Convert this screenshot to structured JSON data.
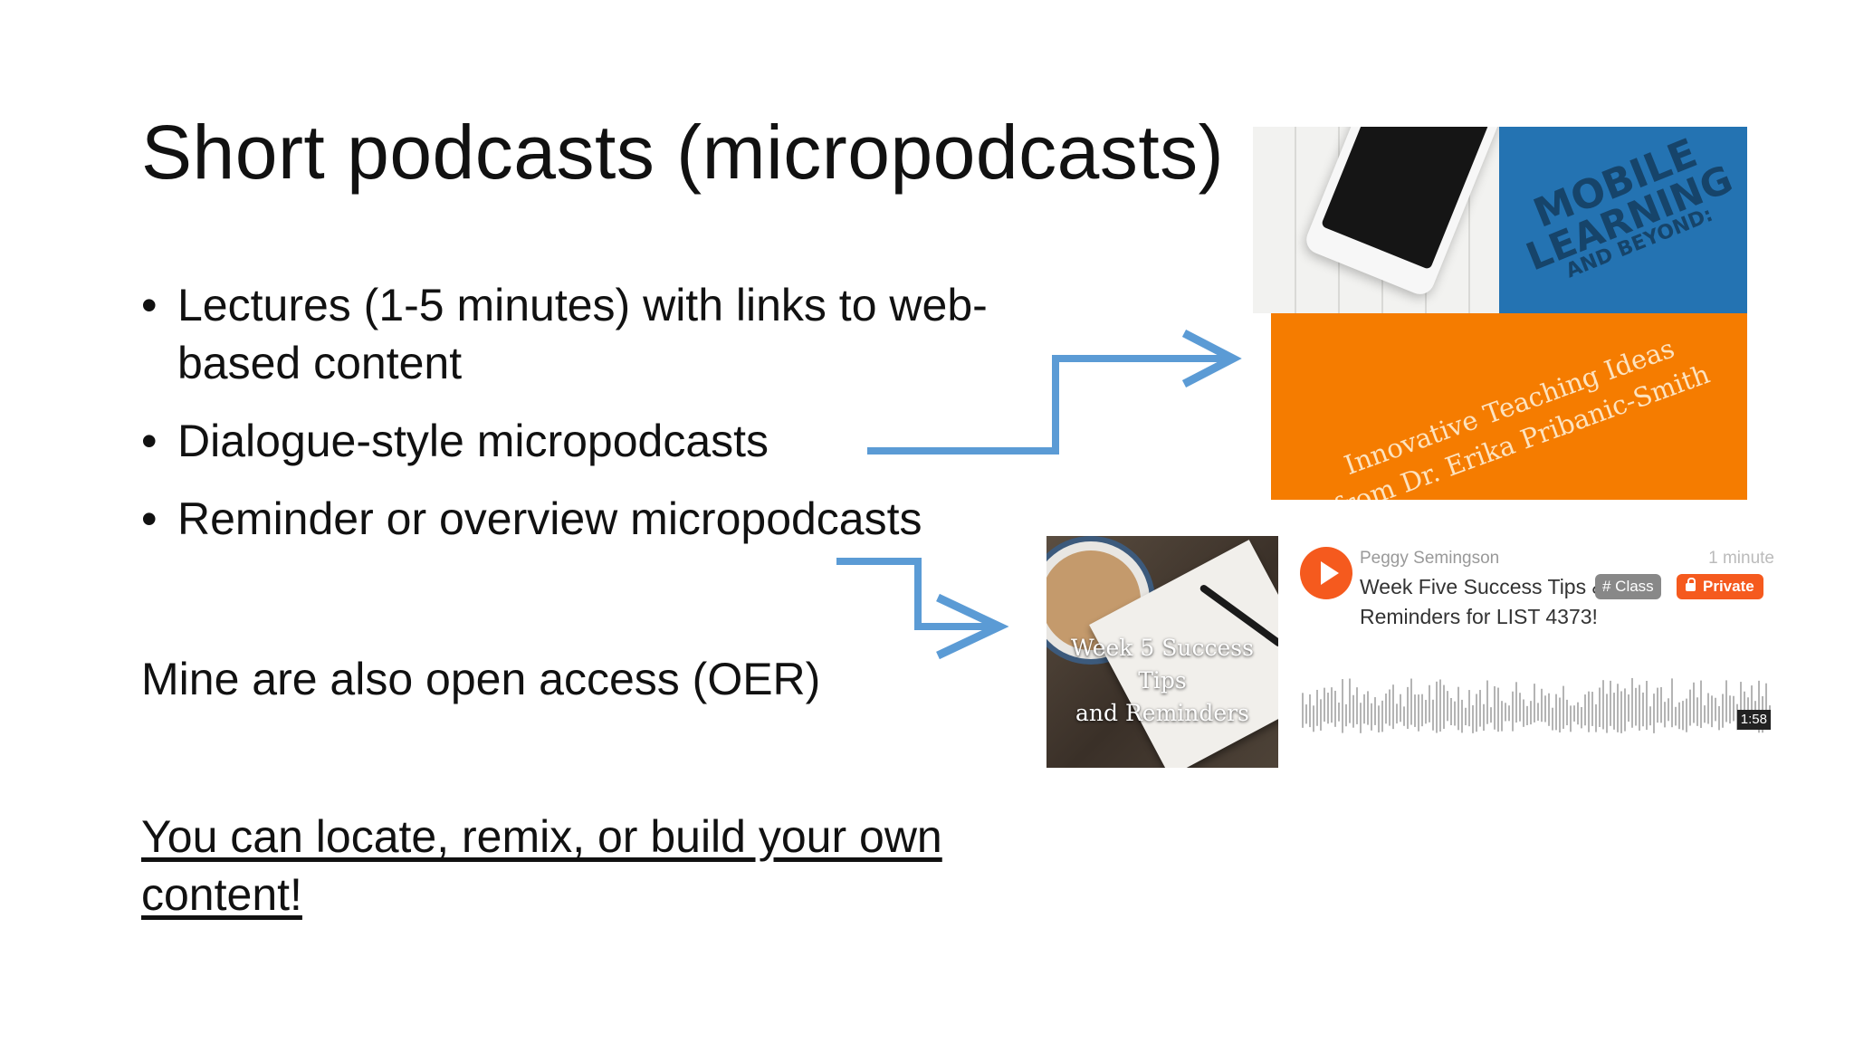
{
  "slide": {
    "title": "Short podcasts (micropodcasts)",
    "bullets": [
      "Lectures (1-5 minutes) with links to web-based content",
      "Dialogue-style micropodcasts",
      "Reminder or overview micropodcasts"
    ],
    "oer_note": "Mine are also open access (OER)",
    "callout": "You can locate, remix, or build your own content!"
  },
  "cover_image": {
    "heading_line1": "MOBILE",
    "heading_line2": "LEARNING",
    "heading_line3": "AND BEYOND:",
    "subtitle_line1": "Innovative Teaching Ideas",
    "subtitle_line2": "from Dr. Erika Pribanic-Smith"
  },
  "thumbnail": {
    "caption_line1": "Week 5 Success Tips",
    "caption_line2": "and Reminders"
  },
  "player": {
    "author": "Peggy Semingson",
    "duration": "1 minute",
    "track_title": "Week Five Success Tips & Reminders for LIST 4373!",
    "tag_label": "# Class",
    "private_label": "Private",
    "time_badge": "1:58"
  },
  "colors": {
    "arrow": "#5b9bd5",
    "cover_blue": "#2473b2",
    "cover_orange": "#f57c00",
    "play_orange": "#f55a1e"
  }
}
